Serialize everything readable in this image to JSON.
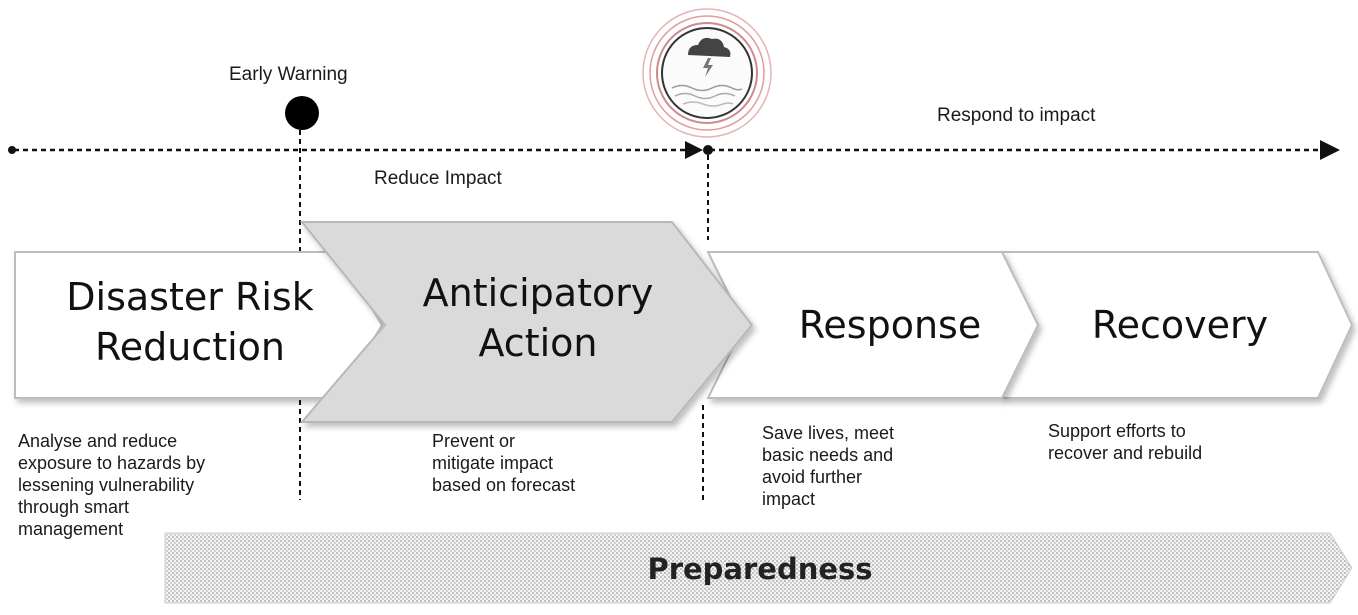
{
  "timeline": {
    "early_warning": "Early Warning",
    "reduce_impact": "Reduce Impact",
    "respond_to_impact": "Respond to impact"
  },
  "stages": [
    {
      "title_line1": "Disaster Risk",
      "title_line2": "Reduction",
      "description": [
        "Analyse and reduce",
        "exposure to hazards by",
        "lessening vulnerability",
        "through smart",
        "management"
      ]
    },
    {
      "title_line1": "Anticipatory",
      "title_line2": "Action",
      "description": [
        "Prevent or",
        "mitigate impact",
        "based on forecast"
      ]
    },
    {
      "title_line1": "Response",
      "title_line2": "",
      "description": [
        "Save lives, meet",
        "basic needs and",
        "avoid further",
        "impact"
      ]
    },
    {
      "title_line1": "Recovery",
      "title_line2": "",
      "description": [
        "Support efforts to",
        "recover and rebuild"
      ]
    }
  ],
  "preparedness": {
    "label": "Preparedness"
  },
  "icons": {
    "hazard": "storm-cloud-lightning-icon"
  },
  "colors": {
    "highlight": "#d9d9d9",
    "box": "#ffffff",
    "line": "#111111",
    "ring": "#e2a8a8"
  }
}
